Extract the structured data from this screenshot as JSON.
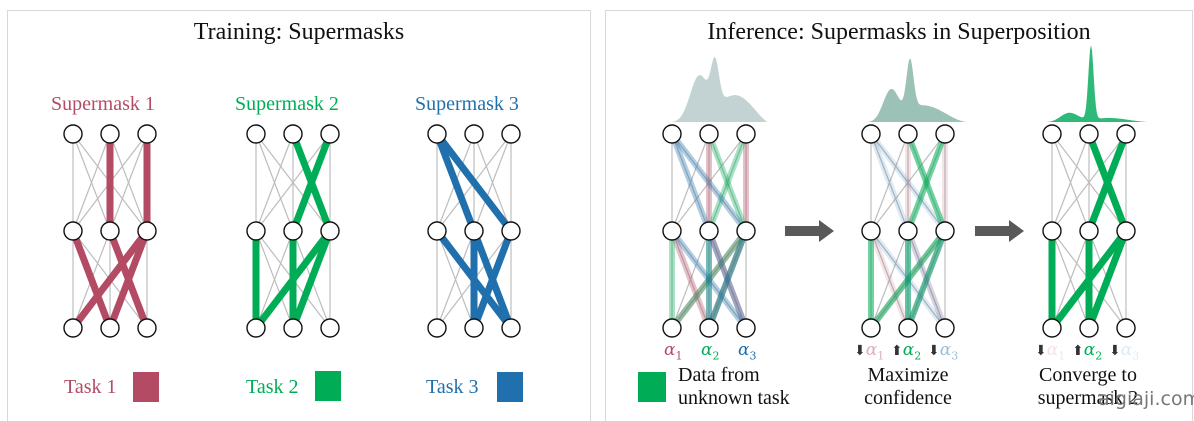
{
  "left_panel": {
    "title": "Training: Supermasks",
    "supermasks": [
      {
        "label": "Supermask 1",
        "color": "#b44b64",
        "task_label": "Task 1",
        "edges_l1": [
          [
            1,
            1
          ],
          [
            2,
            2
          ]
        ],
        "edges_l2": [
          [
            0,
            1
          ],
          [
            1,
            2
          ],
          [
            2,
            0
          ],
          [
            2,
            1
          ]
        ]
      },
      {
        "label": "Supermask 2",
        "color": "#00ad56",
        "task_label": "Task 2",
        "edges_l1": [
          [
            1,
            2
          ],
          [
            2,
            1
          ]
        ],
        "edges_l2": [
          [
            0,
            0
          ],
          [
            1,
            1
          ],
          [
            2,
            0
          ],
          [
            2,
            1
          ]
        ]
      },
      {
        "label": "Supermask 3",
        "color": "#1f70ac",
        "task_label": "Task 3",
        "edges_l1": [
          [
            0,
            1
          ],
          [
            0,
            2
          ]
        ],
        "edges_l2": [
          [
            0,
            2
          ],
          [
            1,
            1
          ],
          [
            1,
            2
          ],
          [
            2,
            1
          ]
        ]
      }
    ]
  },
  "right_panel": {
    "title": "Inference: Supermasks in Superposition",
    "alpha_symbol": "α",
    "stages": [
      {
        "caption": [
          "Data from",
          "unknown task"
        ],
        "alpha_opacity": [
          1,
          1,
          1
        ],
        "alpha_arrows": [
          "",
          "",
          ""
        ],
        "mask_opacity": [
          0.35,
          0.35,
          0.35
        ],
        "dist_color": "#c3d3d3",
        "dist_shape": "broad"
      },
      {
        "caption": [
          "Maximize",
          "confidence"
        ],
        "alpha_opacity": [
          0.45,
          1,
          0.45
        ],
        "alpha_arrows": [
          "down",
          "up",
          "down"
        ],
        "mask_opacity": [
          0.15,
          0.55,
          0.15
        ],
        "dist_color": "#9cc2b8",
        "dist_shape": "medium"
      },
      {
        "caption": [
          "Converge to",
          "supermask 2"
        ],
        "alpha_opacity": [
          0.15,
          1,
          0.15
        ],
        "alpha_arrows": [
          "down",
          "up",
          "down"
        ],
        "mask_opacity": [
          0,
          1,
          0
        ],
        "dist_color": "#2fb978",
        "dist_shape": "peaked"
      }
    ],
    "legend_swatch_color": "#00ad56"
  },
  "watermark": "aigiaji.com"
}
